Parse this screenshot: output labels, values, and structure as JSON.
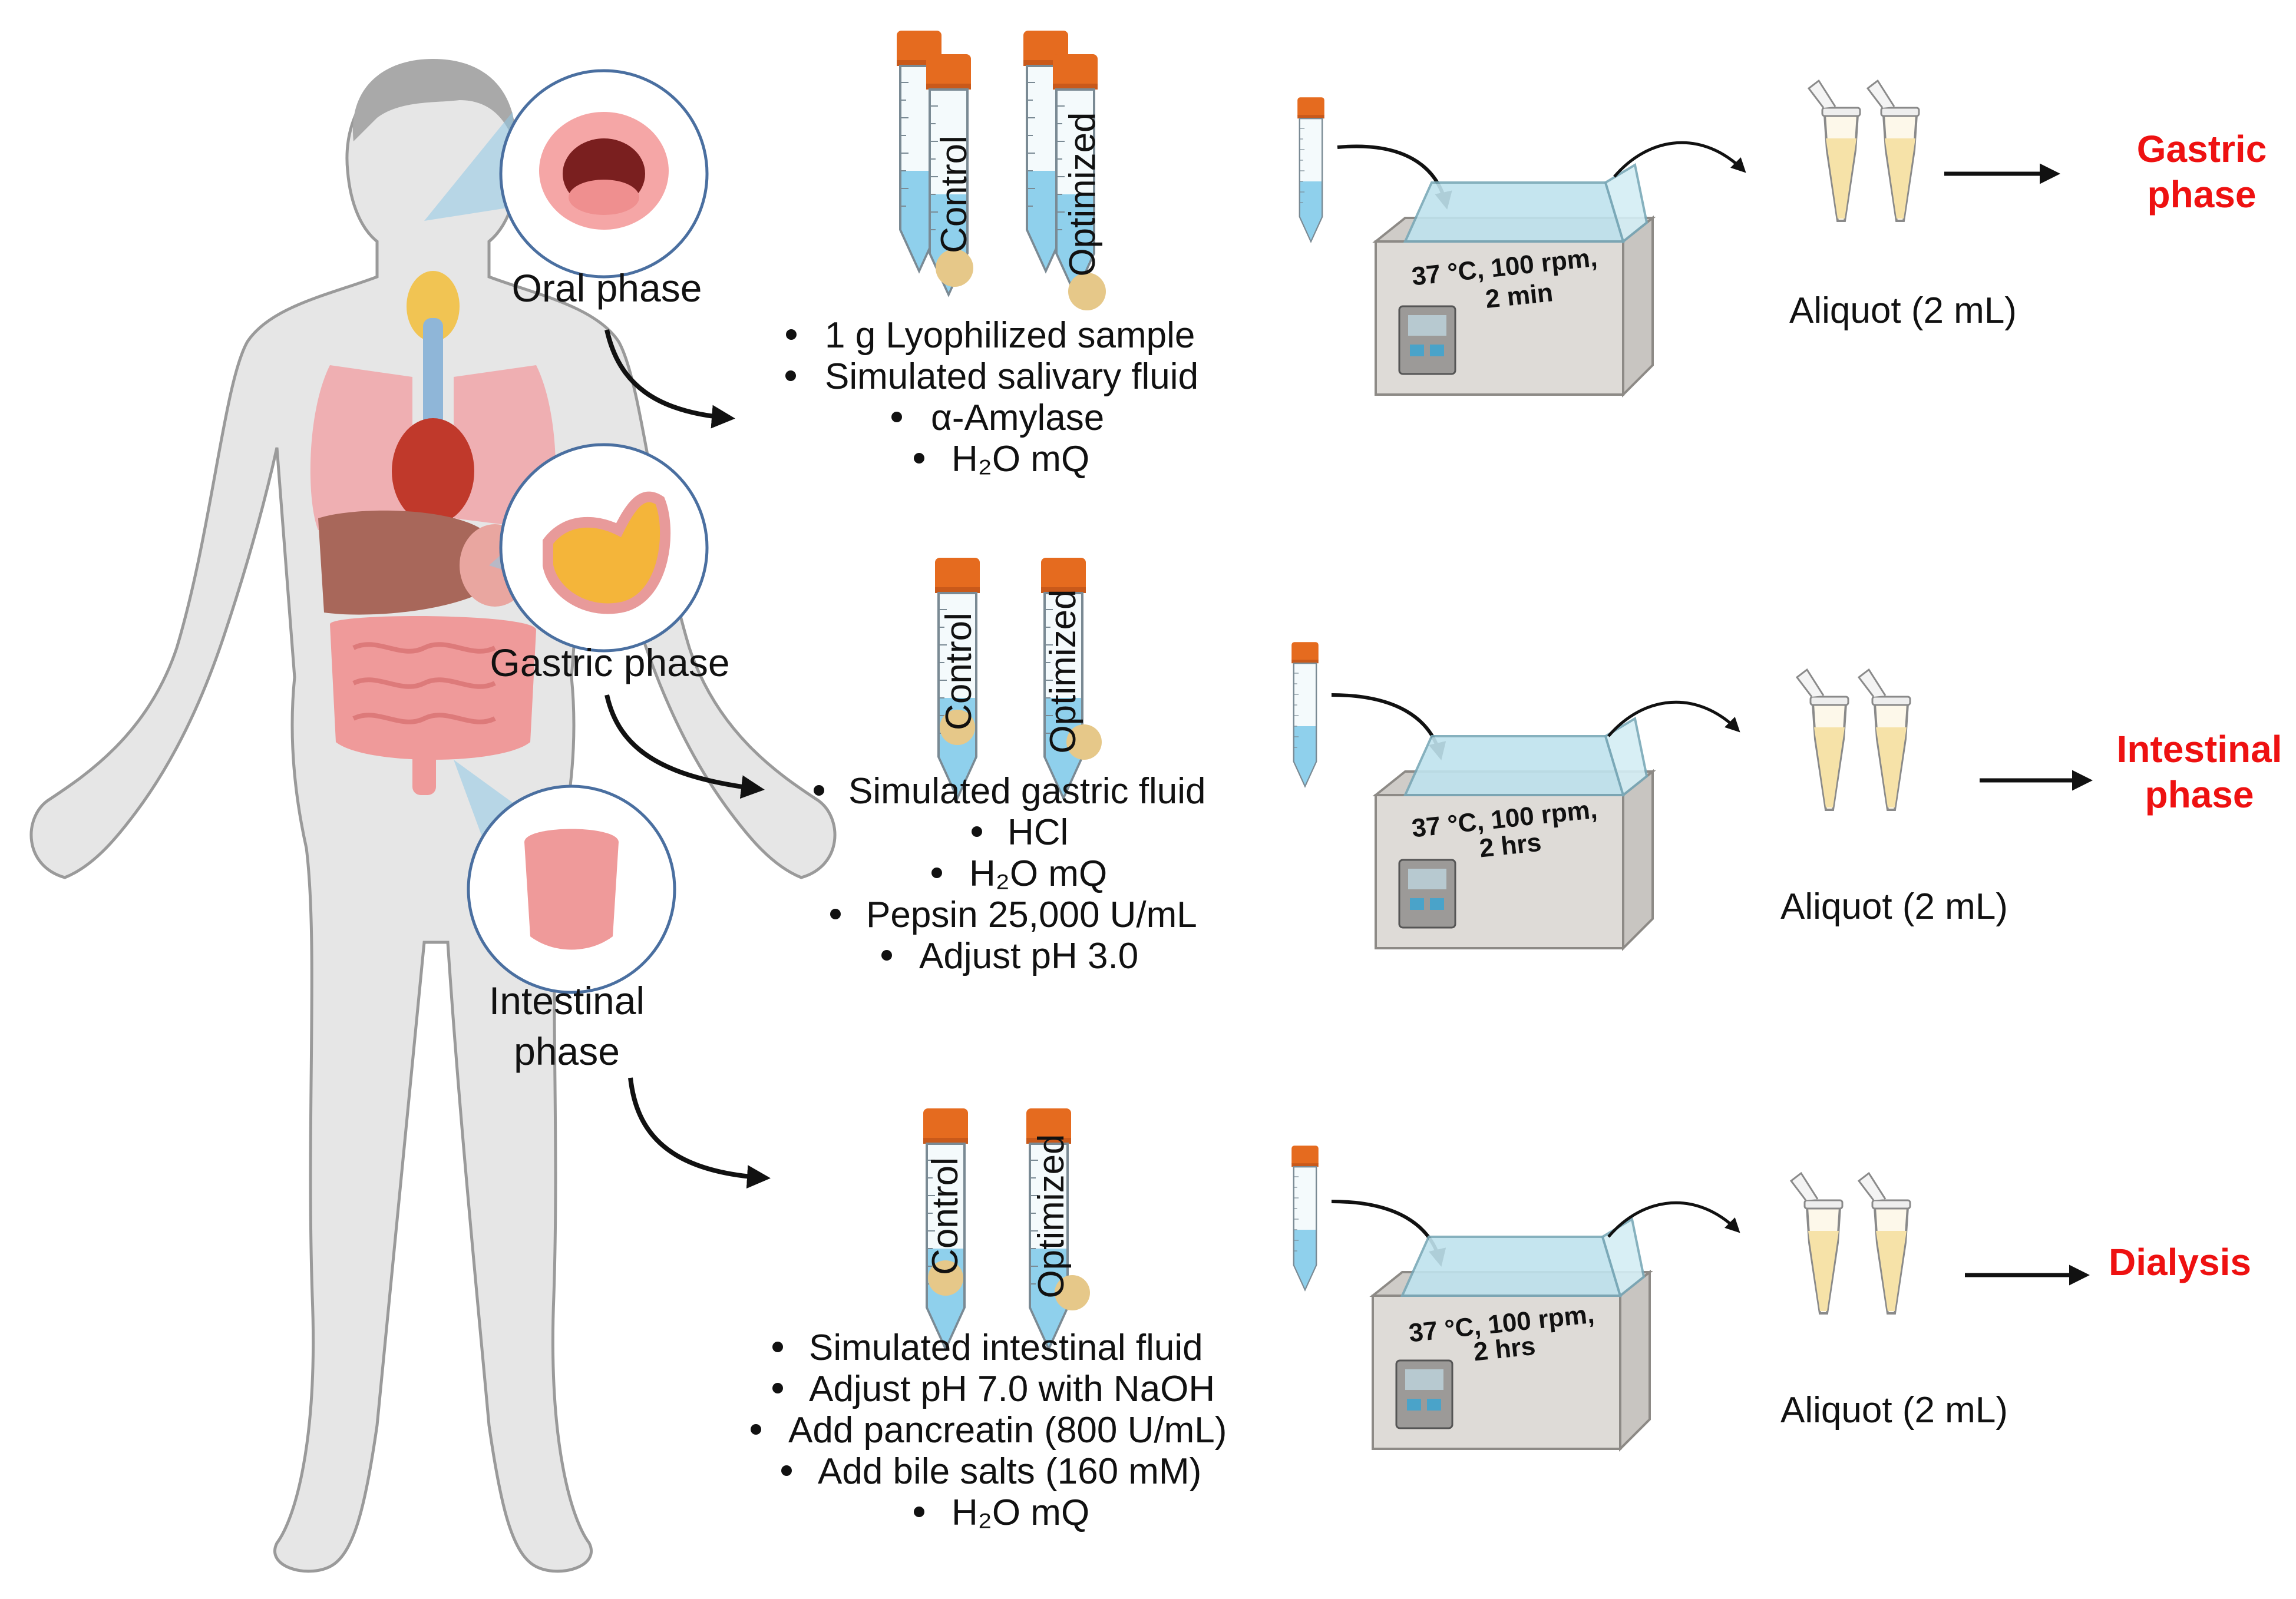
{
  "colors": {
    "body_fill": "#e6e6e6",
    "body_stroke": "#9a9a9a",
    "cap": "#e56b1f",
    "liquid": "#8fd0ec",
    "aliquot_liquid": "#f6e2a8",
    "incubator_body": "#d9d6d2",
    "incubator_lid": "#bfe3ee",
    "output_text": "#ee1111",
    "arrow": "#111111"
  },
  "body_labels": {
    "oral": "Oral phase",
    "gastric": "Gastric phase",
    "intestinal_line1": "Intestinal",
    "intestinal_line2": "phase"
  },
  "tube_labels": {
    "control": "Control",
    "optimized": "Optimized"
  },
  "rows": [
    {
      "id": "oral",
      "bullets": [
        "1 g Lyophilized sample",
        "Simulated salivary fluid",
        "α-Amylase",
        "H₂O mQ"
      ],
      "condition_line1": "37 °C, 100 rpm,",
      "condition_line2": "2 min",
      "aliquot": "Aliquot (2 mL)",
      "output_line1": "Gastric",
      "output_line2": "phase"
    },
    {
      "id": "gastric",
      "bullets": [
        "Simulated gastric fluid",
        "HCl",
        "H₂O mQ",
        "Pepsin 25,000 U/mL",
        "Adjust pH 3.0"
      ],
      "condition_line1": "37 °C, 100 rpm,",
      "condition_line2": "2 hrs",
      "aliquot": "Aliquot (2 mL)",
      "output_line1": "Intestinal",
      "output_line2": "phase"
    },
    {
      "id": "intestinal",
      "bullets": [
        "Simulated intestinal fluid",
        "Adjust pH 7.0 with NaOH",
        "Add pancreatin (800 U/mL)",
        "Add bile salts (160 mM)",
        "H₂O mQ"
      ],
      "condition_line1": "37 °C, 100 rpm,",
      "condition_line2": "2 hrs",
      "aliquot": "Aliquot (2 mL)",
      "output_line1": "Dialysis",
      "output_line2": ""
    }
  ]
}
